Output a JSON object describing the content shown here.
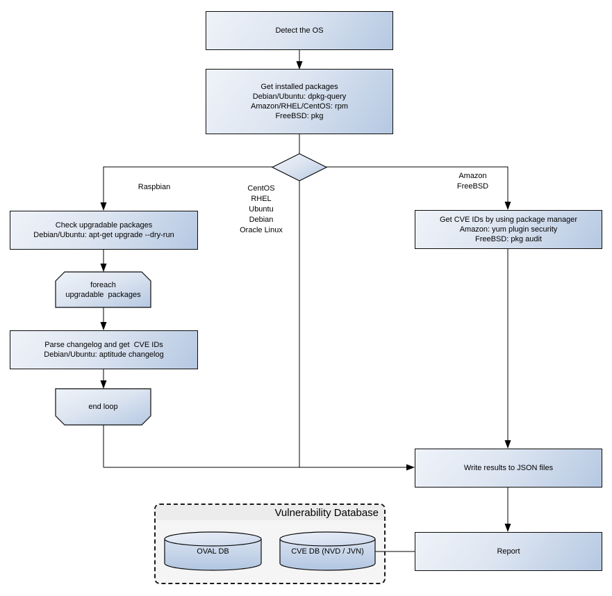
{
  "diagram": {
    "nodes": {
      "detect_os": {
        "lines": [
          "Detect the OS"
        ]
      },
      "get_installed_packages": {
        "lines": [
          "Get installed packages",
          "Debian/Ubuntu: dpkg-query",
          "Amazon/RHEL/CentOS: rpm",
          "FreeBSD: pkg"
        ]
      },
      "check_upgradable_packages": {
        "lines": [
          "Check upgradable packages",
          "Debian/Ubuntu: apt-get upgrade --dry-run"
        ]
      },
      "foreach_loop": {
        "lines": [
          "foreach",
          "upgradable  packages"
        ]
      },
      "parse_changelog": {
        "lines": [
          "Parse changelog and get  CVE IDs",
          "Debian/Ubuntu: aptitude changelog"
        ]
      },
      "end_loop": {
        "lines": [
          "end loop"
        ]
      },
      "get_cve_ids": {
        "lines": [
          "Get CVE IDs by using package manager",
          "Amazon: yum plugin security",
          "FreeBSD: pkg audit"
        ]
      },
      "write_results": {
        "lines": [
          "Write results to JSON files"
        ]
      },
      "report": {
        "lines": [
          "Report"
        ]
      }
    },
    "branch_labels": {
      "left": {
        "lines": [
          "Raspbian"
        ]
      },
      "middle": {
        "lines": [
          "CentOS",
          "RHEL",
          "Ubuntu",
          "Debian",
          "Oracle Linux"
        ]
      },
      "right": {
        "lines": [
          "Amazon",
          "FreeBSD"
        ]
      }
    },
    "vulnerability_database": {
      "title": "Vulnerability Database",
      "oval_db": "OVAL DB",
      "cve_db": "CVE DB (NVD / JVN)"
    },
    "colors": {
      "node_fill_light": "#eff3f9",
      "node_fill_dark": "#b5c8e2",
      "node_border": "#0a0a0a",
      "connector": "#000000",
      "container_fill": "#f5f5f5",
      "container_titlebar_fill": "#ececec",
      "container_border": "#1a1a1a",
      "background": "#ffffff"
    }
  }
}
